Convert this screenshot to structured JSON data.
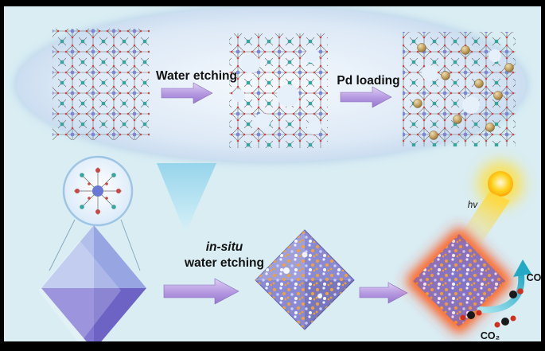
{
  "figure": {
    "type": "scientific-schematic",
    "background_color": "#d9edf3",
    "frame_color": "#000000",
    "top_panel": {
      "step1_label": "Water etching",
      "step2_label": "Pd loading"
    },
    "bottom_panel": {
      "process_label_line1": "in-situ",
      "process_label_line2": "water etching",
      "light_label": "hv",
      "product_label": "CO",
      "reactant_label": "CO₂"
    },
    "colors": {
      "ellipse_fill": "#cfe0f2",
      "arrow_purple": "#a283d8",
      "beam_cyan": "#a5dcee",
      "octahedron_blue": "#8a8ad4",
      "octahedron_violet": "#8076cc",
      "particle_orange": "#f0a238",
      "pd_gold": "#c2a05e",
      "glow_red": "#ff3000",
      "sun_yellow": "#ffd21e",
      "co2_arrow_cyan": "#23a9c4",
      "mof_node_blue": "#7a86d8",
      "mof_node_red": "#c84848",
      "mof_node_teal": "#38a49e"
    }
  }
}
